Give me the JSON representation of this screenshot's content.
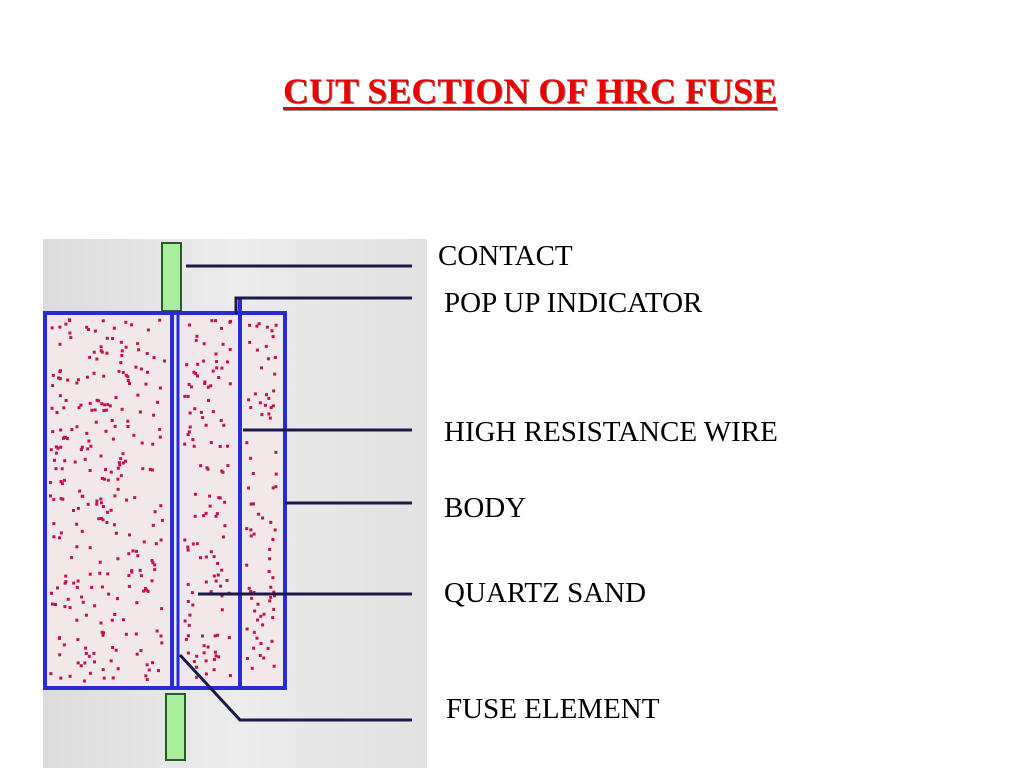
{
  "title": "CUT SECTION OF HRC FUSE",
  "colors": {
    "title": "#ee0000",
    "outline": "#2a2ad8",
    "leader": "#1a1a4a",
    "terminal": "#a8ee9c",
    "sand": "#c4124a",
    "panel": "#e6e6e6"
  },
  "labels": {
    "contact": "CONTACT",
    "pop_up_indicator": "POP UP INDICATOR",
    "high_resistance_wire": "HIGH RESISTANCE WIRE",
    "body": "BODY",
    "quartz_sand": "QUARTZ SAND",
    "fuse_element": "FUSE ELEMENT"
  }
}
